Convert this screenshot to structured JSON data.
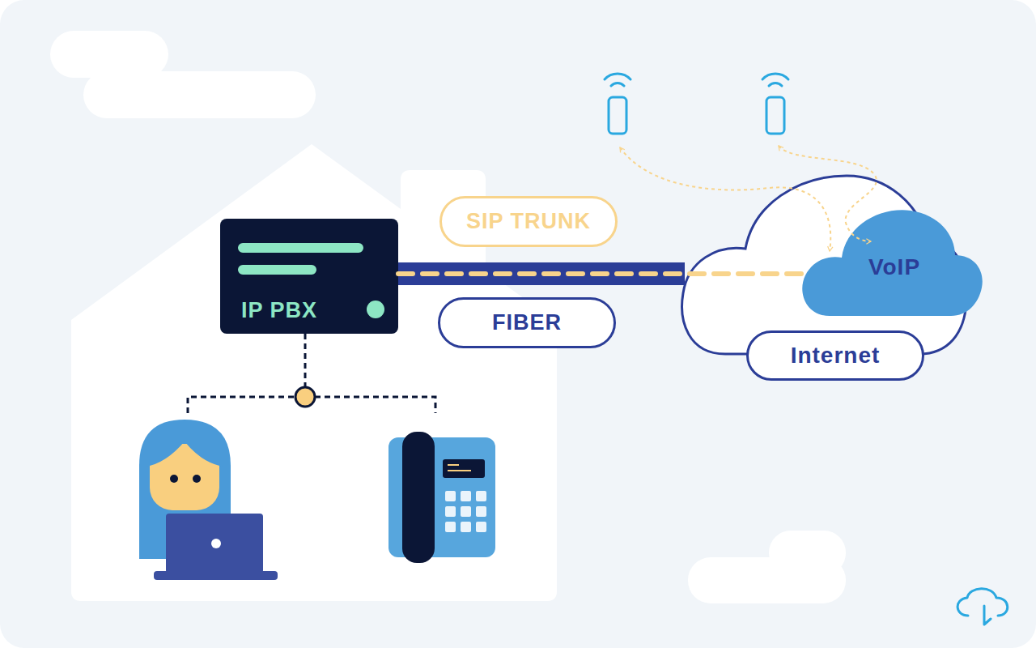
{
  "diagram": {
    "nodes": [
      {
        "text": [
          "IP PBX"
        ]
      },
      {
        "text": [
          "Internet"
        ]
      },
      {
        "text": [
          "VoIP"
        ],
        "in": 1
      }
    ],
    "edges": [
      {
        "from": 0,
        "to": 1,
        "label": "FIBER",
        "arrow": "none"
      },
      {
        "from": 0,
        "to": 2,
        "label": "SIP TRUNK",
        "arrow": "none"
      }
    ]
  }
}
